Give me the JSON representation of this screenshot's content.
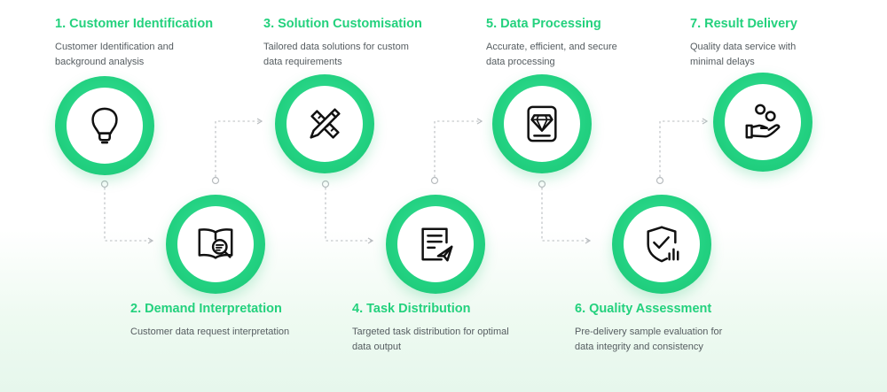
{
  "steps": [
    {
      "title": "1. Customer Identification",
      "description": "Customer Identification and background analysis",
      "icon": "lightbulb-icon"
    },
    {
      "title": "2. Demand Interpretation",
      "description": "Customer data request interpretation",
      "icon": "book-search-icon"
    },
    {
      "title": "3. Solution Customisation",
      "description": "Tailored data solutions for custom data requirements",
      "icon": "pencil-ruler-icon"
    },
    {
      "title": "4. Task Distribution",
      "description": "Targeted task distribution for optimal data output",
      "icon": "document-send-icon"
    },
    {
      "title": "5. Data Processing",
      "description": "Accurate, efficient, and secure data processing",
      "icon": "diamond-card-icon"
    },
    {
      "title": "6. Quality Assessment",
      "description": "Pre-delivery sample evaluation for data integrity and consistency",
      "icon": "shield-check-chart-icon"
    },
    {
      "title": "7. Result Delivery",
      "description": "Quality data service with minimal delays",
      "icon": "hand-coins-icon"
    }
  ],
  "colors": {
    "accent": "#23d17d",
    "text": "#555c60",
    "connector": "#b8bcbf",
    "icon": "#111111"
  }
}
